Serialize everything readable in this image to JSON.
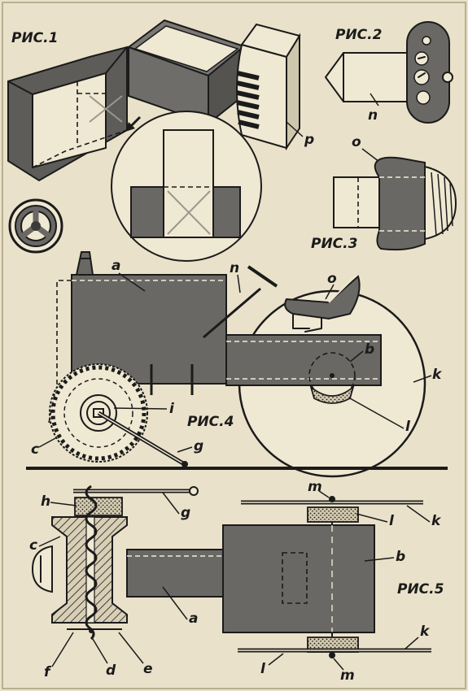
{
  "figures": {
    "fig1": "РИС.1",
    "fig2": "РИС.2",
    "fig3": "РИС.3",
    "fig4": "РИС.4",
    "fig5": "РИС.5"
  },
  "labels": {
    "p": "p",
    "n_fig2": "n",
    "o_fig3": "o",
    "a_fig4": "a",
    "n_fig4": "n",
    "o_fig4": "o",
    "b_fig4": "b",
    "k_fig4": "k",
    "i_fig4": "i",
    "c_fig4": "c",
    "g_fig4": "g",
    "l_fig4": "l",
    "m_top": "m",
    "l_top": "l",
    "k_top": "k",
    "b_fig5": "b",
    "h": "h",
    "g_fig5": "g",
    "c_fig5": "c",
    "a_fig5": "a",
    "f": "f",
    "d": "d",
    "e": "e",
    "k_bottom": "k",
    "l_bottom": "l",
    "m_bottom": "m"
  }
}
